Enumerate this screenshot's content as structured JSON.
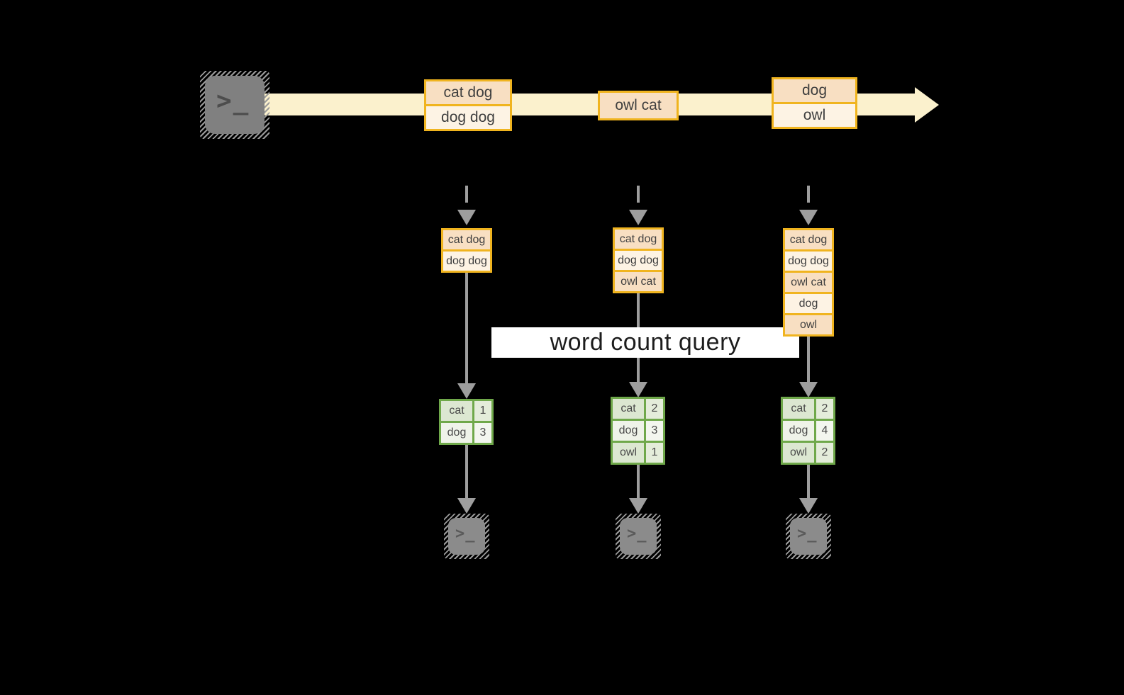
{
  "diagram": {
    "query_label": "word count query",
    "terminal_glyph": ">_",
    "stream": {
      "batches": [
        {
          "rows": [
            "cat dog",
            "dog dog"
          ]
        },
        {
          "rows": [
            "owl cat"
          ]
        },
        {
          "rows": [
            "dog",
            "owl"
          ]
        }
      ]
    },
    "columns": [
      {
        "state_rows": [
          "cat dog",
          "dog dog"
        ],
        "counts": [
          {
            "word": "cat",
            "value": "1"
          },
          {
            "word": "dog",
            "value": "3"
          }
        ]
      },
      {
        "state_rows": [
          "cat dog",
          "dog dog",
          "owl cat"
        ],
        "counts": [
          {
            "word": "cat",
            "value": "2"
          },
          {
            "word": "dog",
            "value": "3"
          },
          {
            "word": "owl",
            "value": "1"
          }
        ]
      },
      {
        "state_rows": [
          "cat dog",
          "dog dog",
          "owl cat",
          "dog",
          "owl"
        ],
        "counts": [
          {
            "word": "cat",
            "value": "2"
          },
          {
            "word": "dog",
            "value": "4"
          },
          {
            "word": "owl",
            "value": "2"
          }
        ]
      }
    ],
    "colors": {
      "background": "#000000",
      "band_yellow": "#FBF1CD",
      "orange_border": "#F0B41F",
      "peach_fill": "#F8DFC2",
      "cream_fill": "#FDF3E4",
      "green_border": "#6FA84A",
      "cell_green_dark": "#DCE7D1",
      "cell_green_dark_val": "#E4ECDA",
      "cell_green_light": "#EFF3E9",
      "cell_green_light_val": "#F3F6EF",
      "arrow_gray": "#9E9E9E",
      "terminal_gray": "#808080",
      "label_bg": "#FFFFFF",
      "text_dark": "#3F3F3F"
    }
  }
}
